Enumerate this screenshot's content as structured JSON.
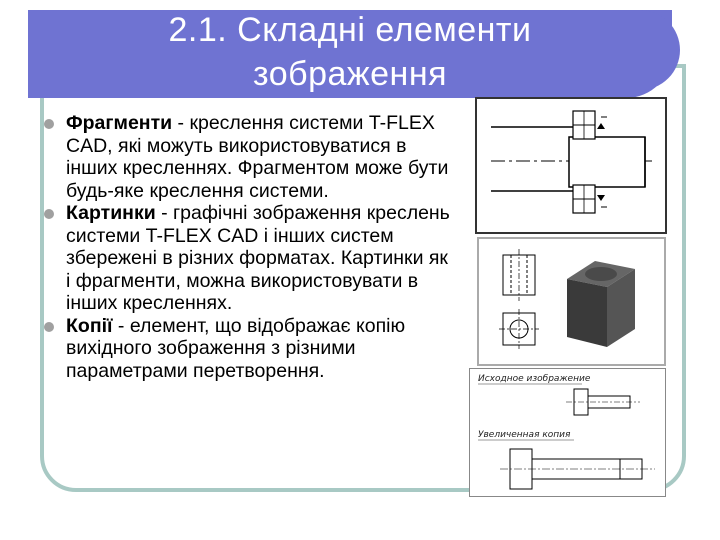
{
  "title": {
    "line1": "2.1. Складні елементи",
    "line2": "зображення"
  },
  "bullets": [
    {
      "term": "Фрагменти",
      "text": " - креслення системи T-FLEX CAD, які можуть використовуватися в інших кресленнях. Фрагментом може бути будь-яке креслення системи."
    },
    {
      "term": "Картинки",
      "text": " - графічні зображення креслень системи T-FLEX CAD і інших систем збережені в різних форматах. Картинки як і фрагменти, можна використовувати в інших кресленнях."
    },
    {
      "term": "Копії",
      "text": " - елемент, що відображає копію вихідного зображення з різними параметрами перетворення."
    }
  ],
  "images": {
    "copy_source_label": "Исходное изображение",
    "copy_scaled_label": "Увеличенная копия"
  },
  "colors": {
    "title_bar": "#6f73d2",
    "frame": "#a8c9c4",
    "bullet": "#a0a0a0"
  }
}
